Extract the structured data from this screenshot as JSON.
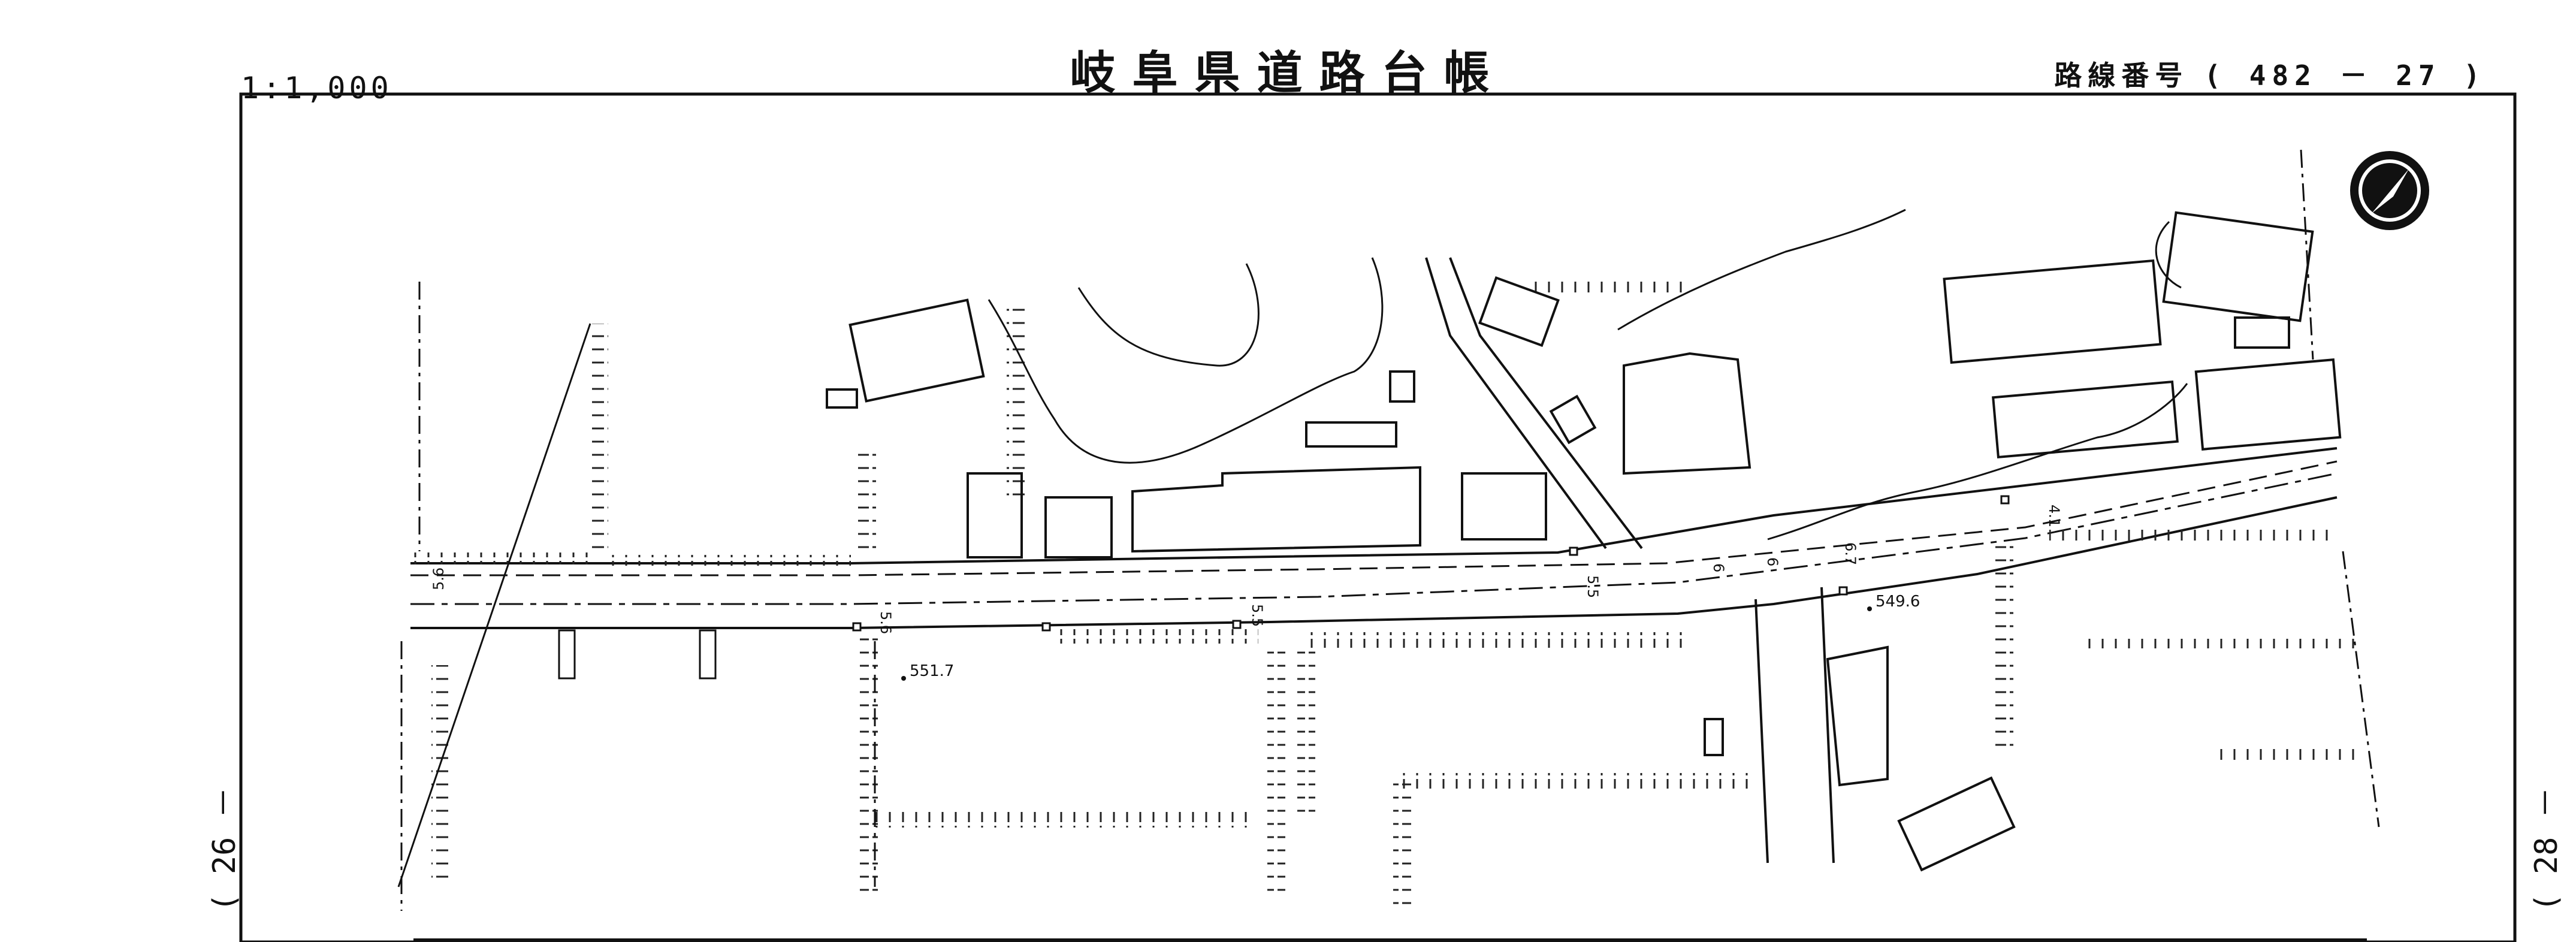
{
  "header": {
    "title": "岐阜県道路台帳",
    "scale": "1:1,000",
    "route_label": "路線番号",
    "route_number": "( 482 － 27 )"
  },
  "sheet_refs": {
    "left": "( 26 －",
    "right": "( 28 －"
  },
  "elevations": {
    "e1": "551.7",
    "e2": "549.6"
  },
  "widths": {
    "w1": "5.6",
    "w2": "5.6",
    "w3": "5.5",
    "w4": "5.5",
    "w5": "6",
    "w6": "6",
    "w7": "6.7",
    "w8": "4.1"
  },
  "icons": {
    "north": "north-arrow-icon"
  }
}
